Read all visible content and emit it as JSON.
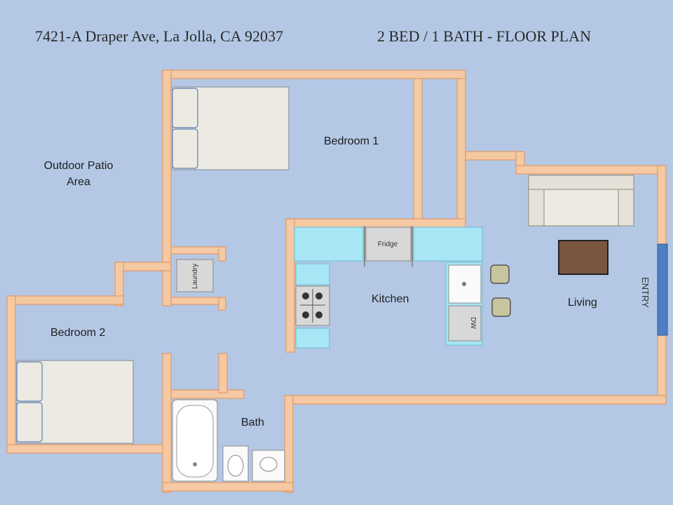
{
  "header": {
    "address": "7421-A Draper Ave, La Jolla, CA 92037",
    "plan_title": "2 BED / 1 BATH - FLOOR PLAN"
  },
  "rooms": {
    "bedroom1": "Bedroom 1",
    "bedroom2": "Bedroom 2",
    "patio_line1": "Outdoor Patio",
    "patio_line2": "Area",
    "kitchen": "Kitchen",
    "living": "Living",
    "bath": "Bath"
  },
  "fixtures": {
    "fridge": "Fridge",
    "laundry": "Laundry",
    "dishwasher": "DW",
    "entry": "ENTRY"
  },
  "colors": {
    "background": "#b4c8e5",
    "wall": "#f4c9a4",
    "counter": "#a8e6f5",
    "entry_door": "#4f7fc2",
    "table": "#7a5540"
  }
}
